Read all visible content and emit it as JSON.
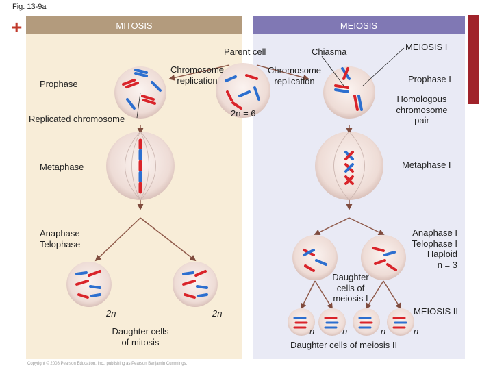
{
  "figure_label": "Fig. 13-9a",
  "headers": {
    "mitosis": "MITOSIS",
    "meiosis": "MEIOSIS"
  },
  "labels": {
    "parent_cell": "Parent cell",
    "chiasma": "Chiasma",
    "meiosis_1": "MEIOSIS I",
    "chromosome_replication_left": [
      "Chromosome",
      "replication"
    ],
    "chromosome_replication_right": [
      "Chromosome",
      "replication"
    ],
    "prophase": "Prophase",
    "prophase_1": "Prophase I",
    "homologous_pair": [
      "Homologous",
      "chromosome",
      "pair"
    ],
    "two_n_6": "2n = 6",
    "replicated_chromosome": "Replicated chromosome",
    "metaphase": "Metaphase",
    "metaphase_1": "Metaphase I",
    "anaphase_telophase": [
      "Anaphase",
      "Telophase"
    ],
    "anaphase_telophase_1": [
      "Anaphase I",
      "Telophase I",
      "Haploid",
      "n = 3"
    ],
    "daughter_meiosis_1": [
      "Daughter",
      "cells of",
      "meiosis I"
    ],
    "two_n_left": "2n",
    "two_n_right": "2n",
    "daughter_mitosis": [
      "Daughter cells",
      "of mitosis"
    ],
    "meiosis_2": "MEIOSIS II",
    "n_1": "n",
    "n_2": "n",
    "n_3": "n",
    "n_4": "n",
    "daughter_meiosis_2": "Daughter cells of meiosis II"
  },
  "copyright": "Copyright © 2008 Pearson Education, Inc., publishing as Pearson Benjamin Cummings.",
  "colors": {
    "mitosis_panel": "#f8edd8",
    "mitosis_header": "#b39b7d",
    "meiosis_panel": "#e9eaf5",
    "meiosis_header": "#8078b4",
    "chromosome_red": "#d9242a",
    "chromosome_blue": "#2d6fcf",
    "cell_fill": "#f3e6e1",
    "accent": "#a0232b"
  }
}
